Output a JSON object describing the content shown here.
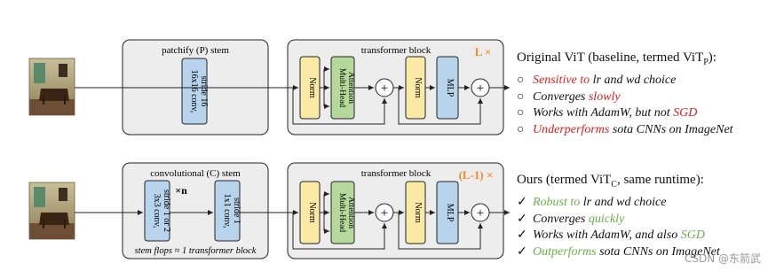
{
  "top": {
    "stem_title": "patchify (P) stem",
    "stem_block_text": [
      "16x16 conv,",
      "stride 16"
    ],
    "transformer_title": "transformer block",
    "repeat_label": "L ×",
    "norm1": "Norm",
    "attention": [
      "Multi-Head",
      "Attention"
    ],
    "plus1": "+",
    "norm2": "Norm",
    "mlp": "MLP",
    "plus2": "+"
  },
  "bottom": {
    "stem_title": "convolutional (C) stem",
    "conv3_text": [
      "3x3 conv,",
      "stride 1 or 2"
    ],
    "times_n": "×n",
    "conv1_text": [
      "1x1 conv,",
      "stride 1"
    ],
    "stem_note": "stem flops ≈ 1 transformer block",
    "transformer_title": "transformer block",
    "repeat_label": "(L-1) ×",
    "norm1": "Norm",
    "attention": [
      "Multi-Head",
      "Attention"
    ],
    "plus1": "+",
    "norm2": "Norm",
    "mlp": "MLP",
    "plus2": "+"
  },
  "original": {
    "heading": "Original ViT (baseline, termed ViT",
    "heading_sub": "P",
    "heading_end": "):",
    "items": [
      {
        "marker": "○",
        "highlight": "Sensitive to",
        "rest": " lr and wd choice",
        "color": "red",
        "order": "highlight-first"
      },
      {
        "marker": "○",
        "plain": "Converges ",
        "highlight": "slowly",
        "color": "red",
        "order": "plain-first"
      },
      {
        "marker": "○",
        "plain": "Works with AdamW, but not ",
        "highlight": "SGD",
        "color": "red",
        "order": "plain-first"
      },
      {
        "marker": "○",
        "highlight": "Underperforms",
        "rest": " sota CNNs on ImageNet",
        "color": "red",
        "order": "highlight-first"
      }
    ]
  },
  "ours": {
    "heading": "Ours (termed ViT",
    "heading_sub": "C",
    "heading_end": ", same runtime):",
    "items": [
      {
        "marker": "✓",
        "highlight": "Robust to",
        "rest": " lr and wd choice",
        "color": "green",
        "order": "highlight-first"
      },
      {
        "marker": "✓",
        "plain": "Converges ",
        "highlight": "quickly",
        "color": "green",
        "order": "plain-first"
      },
      {
        "marker": "✓",
        "plain": "Works with AdamW, and also ",
        "highlight": "SGD",
        "color": "green",
        "order": "plain-first"
      },
      {
        "marker": "✓",
        "highlight": "Outperforms",
        "rest": " sota CNNs on ImageNet",
        "color": "green",
        "order": "highlight-first"
      }
    ]
  },
  "watermark": "CSDN @东箭武",
  "colors": {
    "panel_fill": "#ededed",
    "block_blue": "#b8d3ec",
    "norm_yellow": "#fbe9a6",
    "attn_green": "#b5d99a",
    "repeat_orange": "#ef8a2a",
    "red": "#e0201e",
    "green": "#6ab04c"
  }
}
